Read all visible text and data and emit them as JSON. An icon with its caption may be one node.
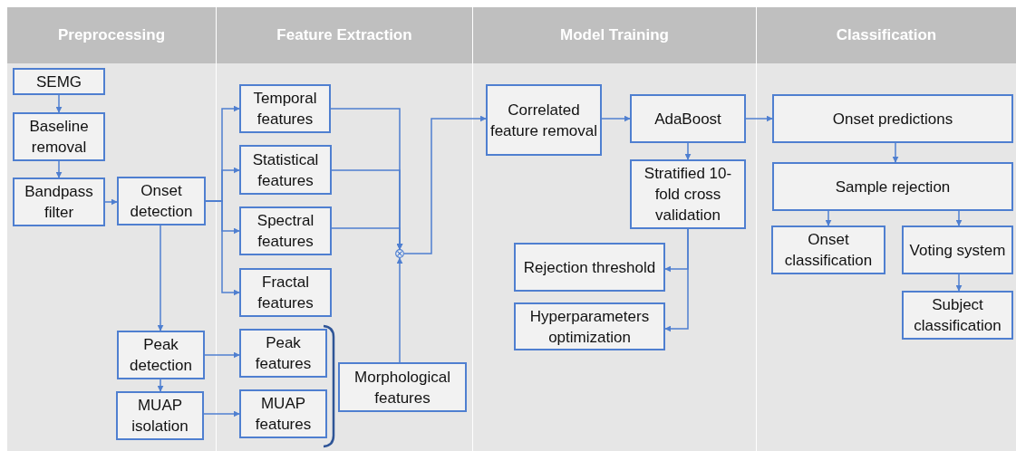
{
  "diagram": {
    "nodes": [
      {
        "text": [
          "Preprocessing"
        ]
      },
      {
        "text": [
          "SEMG"
        ],
        "in": 0
      },
      {
        "text": [
          "Baseline removal"
        ],
        "in": 0
      },
      {
        "text": [
          "Bandpass filter"
        ],
        "in": 0
      },
      {
        "text": [
          "Onset detection"
        ],
        "in": 0
      },
      {
        "text": [
          "Peak detection"
        ],
        "in": 0
      },
      {
        "text": [
          "MUAP isolation"
        ],
        "in": 0
      },
      {
        "text": [
          "Feature Extraction"
        ]
      },
      {
        "text": [
          "Temporal features"
        ],
        "in": 7
      },
      {
        "text": [
          "Statistical features"
        ],
        "in": 7
      },
      {
        "text": [
          "Spectral features"
        ],
        "in": 7
      },
      {
        "text": [
          "Fractal features"
        ],
        "in": 7
      },
      {
        "text": [
          "Peak features"
        ],
        "in": 7
      },
      {
        "text": [
          "MUAP features"
        ],
        "in": 7
      },
      {
        "text": [
          "Morphological features"
        ],
        "in": 7
      },
      {
        "text": [],
        "shape": "circle",
        "in": 7
      },
      {
        "text": [
          "Model Training"
        ]
      },
      {
        "text": [
          "Correlated feature removal"
        ],
        "in": 16
      },
      {
        "text": [
          "AdaBoost"
        ],
        "in": 16
      },
      {
        "text": [
          "Stratified 10-fold cross validation"
        ],
        "in": 16
      },
      {
        "text": [
          "Rejection threshold"
        ],
        "in": 16
      },
      {
        "text": [
          "Hyperparameters optimization"
        ],
        "in": 16
      },
      {
        "text": [
          "Classification"
        ]
      },
      {
        "text": [
          "Onset predictions"
        ],
        "in": 22
      },
      {
        "text": [
          "Sample rejection"
        ],
        "in": 22
      },
      {
        "text": [
          "Onset classification"
        ],
        "in": 22
      },
      {
        "text": [
          "Voting system"
        ],
        "in": 22
      },
      {
        "text": [
          "Subject classification"
        ],
        "in": 22
      }
    ],
    "edges": [
      {
        "from": 1,
        "to": 2,
        "arrow": "to"
      },
      {
        "from": 2,
        "to": 3,
        "arrow": "to"
      },
      {
        "from": 3,
        "to": 4,
        "arrow": "to"
      },
      {
        "from": 4,
        "to": 8,
        "arrow": "to"
      },
      {
        "from": 4,
        "to": 9,
        "arrow": "to"
      },
      {
        "from": 4,
        "to": 10,
        "arrow": "to"
      },
      {
        "from": 4,
        "to": 11,
        "arrow": "to"
      },
      {
        "from": 4,
        "to": 5,
        "arrow": "to"
      },
      {
        "from": 5,
        "to": 12,
        "arrow": "to"
      },
      {
        "from": 5,
        "to": 6,
        "arrow": "to"
      },
      {
        "from": 6,
        "to": 13,
        "arrow": "to"
      },
      {
        "from": 8,
        "to": 15,
        "arrow": "to"
      },
      {
        "from": 9,
        "to": 15,
        "arrow": "to"
      },
      {
        "from": 10,
        "to": 15,
        "arrow": "to"
      },
      {
        "from": 14,
        "to": 15,
        "arrow": "to"
      },
      {
        "from": 15,
        "to": 17,
        "arrow": "to"
      },
      {
        "from": 17,
        "to": 18,
        "arrow": "to"
      },
      {
        "from": 18,
        "to": 19,
        "arrow": "to"
      },
      {
        "from": 18,
        "to": 23,
        "arrow": "to"
      },
      {
        "from": 19,
        "to": 20,
        "arrow": "to"
      },
      {
        "from": 19,
        "to": 21,
        "arrow": "to"
      },
      {
        "from": 23,
        "to": 24,
        "arrow": "to"
      },
      {
        "from": 24,
        "to": 25,
        "arrow": "to"
      },
      {
        "from": 24,
        "to": 26,
        "arrow": "to"
      },
      {
        "from": 26,
        "to": 27,
        "arrow": "to"
      }
    ]
  }
}
